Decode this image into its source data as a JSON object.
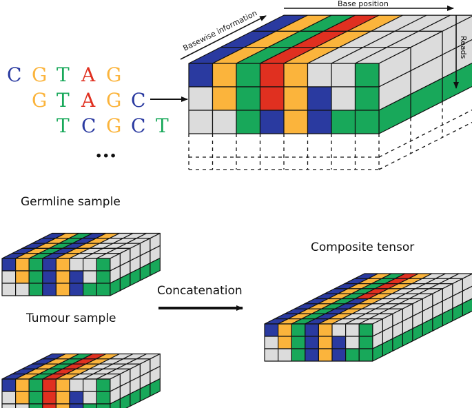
{
  "sequences": [
    {
      "bases": [
        "C",
        "G",
        "T",
        "A",
        "G"
      ],
      "offset": 0
    },
    {
      "bases": [
        "G",
        "T",
        "A",
        "G",
        "C"
      ],
      "offset": 1
    },
    {
      "bases": [
        "T",
        "C",
        "G",
        "C",
        "T"
      ],
      "offset": 2
    }
  ],
  "ellipsis": "...",
  "labels": {
    "base_position": "Base position",
    "basewise_information": "Basewise information",
    "reads": "Reads",
    "germline": "Germline sample",
    "tumour": "Tumour sample",
    "concatenation": "Concatenation",
    "composite": "Composite tensor"
  },
  "colors": {
    "A": "#e03020",
    "C": "#2a3aa0",
    "G": "#fbb43c",
    "T": "#18a85a",
    "empty": "#dcdcdc",
    "line": "#111111"
  },
  "tensors": {
    "main": {
      "front": [
        [
          "C",
          "G",
          "T",
          "A",
          "G",
          "E",
          "E",
          "T"
        ],
        [
          "E",
          "G",
          "T",
          "A",
          "G",
          "C",
          "E",
          "T"
        ],
        [
          "E",
          "E",
          "T",
          "C",
          "G",
          "C",
          "T",
          "T"
        ]
      ],
      "top_rows": [
        [
          "C",
          "G",
          "T",
          "A",
          "G",
          "E",
          "E",
          "E"
        ],
        [
          "C",
          "G",
          "T",
          "A",
          "G",
          "E",
          "E",
          "E"
        ],
        [
          "C",
          "G",
          "T",
          "A",
          "G",
          "E",
          "E",
          "E"
        ]
      ],
      "right_rows": [
        "E",
        "E",
        "T"
      ]
    },
    "germline": {
      "front": [
        [
          "C",
          "G",
          "T",
          "C",
          "G",
          "E",
          "E",
          "T"
        ],
        [
          "E",
          "G",
          "T",
          "C",
          "G",
          "C",
          "E",
          "T"
        ],
        [
          "E",
          "E",
          "T",
          "C",
          "G",
          "C",
          "T",
          "T"
        ]
      ],
      "top_rows": [
        [
          "C",
          "G",
          "T",
          "C",
          "G",
          "E",
          "E",
          "E"
        ],
        [
          "C",
          "G",
          "T",
          "C",
          "G",
          "E",
          "E",
          "E"
        ],
        [
          "C",
          "G",
          "T",
          "C",
          "G",
          "E",
          "E",
          "E"
        ],
        [
          "C",
          "G",
          "T",
          "C",
          "G",
          "E",
          "E",
          "E"
        ],
        [
          "C",
          "G",
          "T",
          "C",
          "G",
          "E",
          "E",
          "E"
        ]
      ],
      "right_rows": [
        "E",
        "E",
        "T"
      ]
    },
    "tumour": {
      "front": [
        [
          "C",
          "G",
          "T",
          "A",
          "G",
          "E",
          "E",
          "T"
        ],
        [
          "E",
          "G",
          "T",
          "A",
          "G",
          "C",
          "E",
          "T"
        ],
        [
          "E",
          "E",
          "T",
          "A",
          "G",
          "C",
          "T",
          "T"
        ]
      ],
      "top_rows": [
        [
          "C",
          "G",
          "T",
          "A",
          "G",
          "E",
          "E",
          "E"
        ],
        [
          "C",
          "G",
          "T",
          "A",
          "G",
          "E",
          "E",
          "E"
        ],
        [
          "C",
          "G",
          "T",
          "A",
          "G",
          "E",
          "E",
          "E"
        ],
        [
          "C",
          "G",
          "T",
          "A",
          "G",
          "E",
          "E",
          "E"
        ],
        [
          "C",
          "G",
          "T",
          "A",
          "G",
          "E",
          "E",
          "E"
        ]
      ],
      "right_rows": [
        "E",
        "E",
        "T"
      ]
    },
    "composite": {
      "front": [
        [
          "C",
          "G",
          "T",
          "C",
          "G",
          "E",
          "E",
          "T"
        ],
        [
          "E",
          "G",
          "T",
          "C",
          "G",
          "C",
          "E",
          "T"
        ],
        [
          "E",
          "E",
          "T",
          "C",
          "G",
          "C",
          "T",
          "T"
        ]
      ],
      "top_rows": [
        [
          "C",
          "G",
          "T",
          "C",
          "G",
          "E",
          "E",
          "E"
        ],
        [
          "C",
          "G",
          "T",
          "C",
          "G",
          "E",
          "E",
          "E"
        ],
        [
          "C",
          "G",
          "T",
          "C",
          "G",
          "E",
          "E",
          "E"
        ],
        [
          "C",
          "G",
          "T",
          "C",
          "G",
          "E",
          "E",
          "E"
        ],
        [
          "C",
          "G",
          "T",
          "C",
          "G",
          "E",
          "E",
          "E"
        ],
        [
          "C",
          "G",
          "T",
          "A",
          "G",
          "E",
          "E",
          "E"
        ],
        [
          "C",
          "G",
          "T",
          "A",
          "G",
          "E",
          "E",
          "E"
        ],
        [
          "C",
          "G",
          "T",
          "A",
          "G",
          "E",
          "E",
          "E"
        ],
        [
          "C",
          "G",
          "T",
          "A",
          "G",
          "E",
          "E",
          "E"
        ],
        [
          "C",
          "G",
          "T",
          "A",
          "G",
          "E",
          "E",
          "E"
        ]
      ],
      "right_rows": [
        "E",
        "E",
        "T"
      ]
    }
  }
}
